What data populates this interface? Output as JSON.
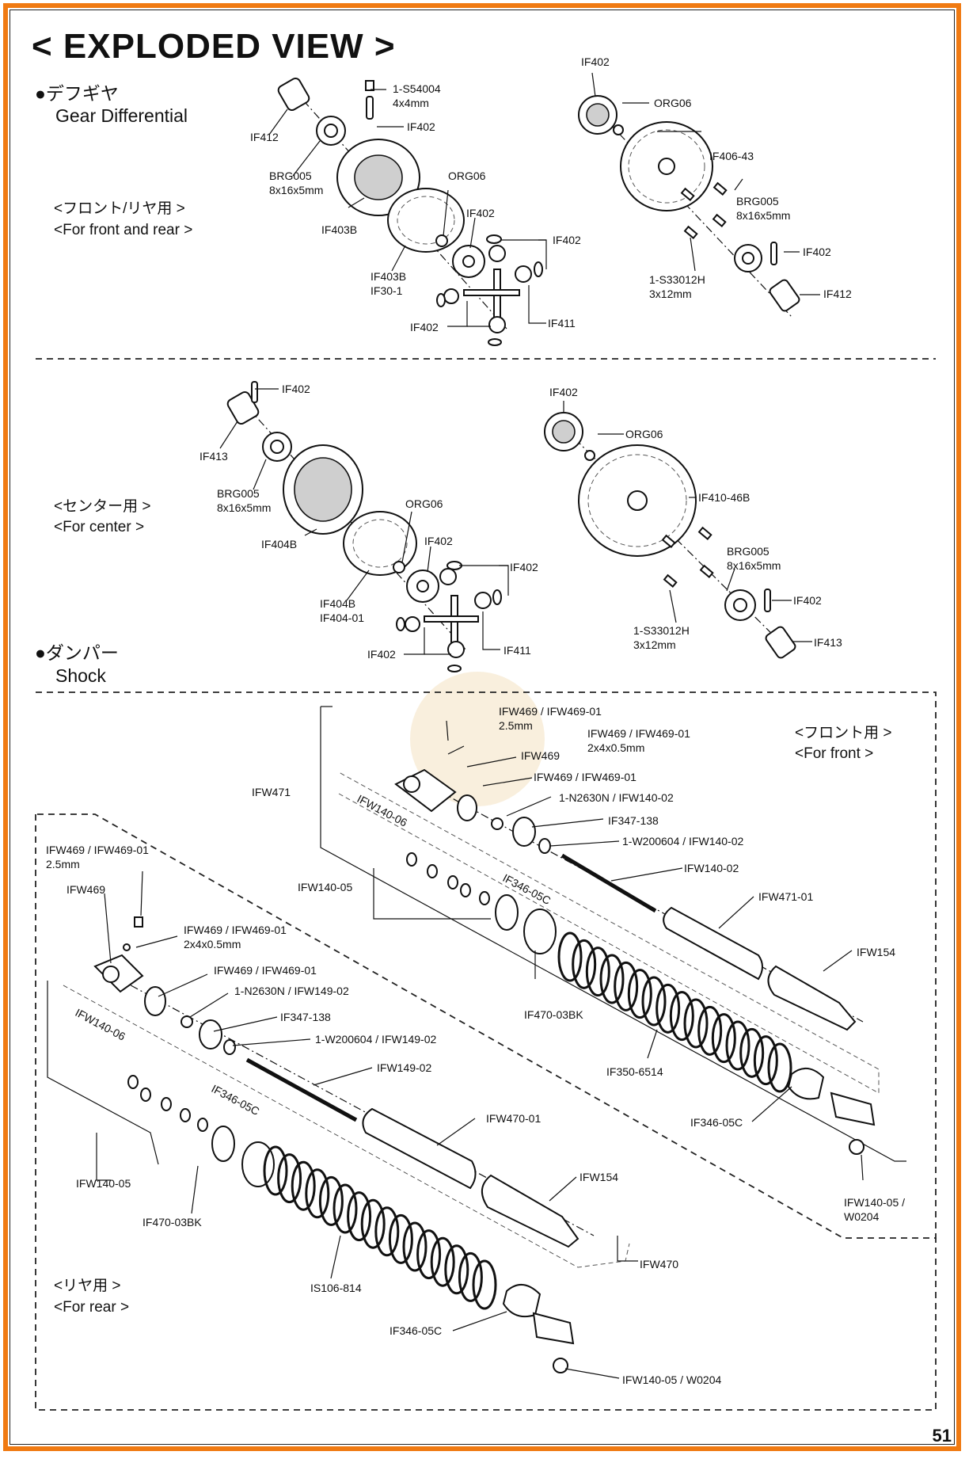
{
  "header": {
    "title": "< EXPLODED VIEW >"
  },
  "page_number": "51",
  "sections": {
    "gear_diff": {
      "title_ja": "●デフギヤ",
      "title_en": "Gear Differential",
      "sub_ja": "<フロント/リヤ用 >",
      "sub_en": "<For front and rear >"
    },
    "center": {
      "sub_ja": "<センター用 >",
      "sub_en": "<For center >"
    },
    "shock": {
      "title_ja": "●ダンパー",
      "title_en": "Shock",
      "front_ja": "<フロント用 >",
      "front_en": "<For front >",
      "rear_ja": "<リヤ用 >",
      "rear_en": "<For rear >"
    }
  },
  "labels": {
    "gd_if412": "IF412",
    "gd_s54004": "1-S54004",
    "gd_s54004_size": "4x4mm",
    "gd_if402_a": "IF402",
    "gd_brg005": "BRG005",
    "gd_brg005_size": "8x16x5mm",
    "gd_if403b": "IF403B",
    "gd_org06": "ORG06",
    "gd_if402_b": "IF402",
    "gd_if402_c": "IF402",
    "gd_if403b_2": "IF403B",
    "gd_if30_1": "IF30-1",
    "gd_if402_d": "IF402",
    "gd_if411": "IF411",
    "gr_if402_top": "IF402",
    "gr_org06": "ORG06",
    "gr_if406_43": "IF406-43",
    "gr_brg005": "BRG005",
    "gr_brg005_size": "8x16x5mm",
    "gr_if402": "IF402",
    "gr_s33012h": "1-S33012H",
    "gr_s33012h_size": "3x12mm",
    "gr_if412": "IF412",
    "cd_if402_a": "IF402",
    "cd_if413": "IF413",
    "cd_brg005": "BRG005",
    "cd_brg005_size": "8x16x5mm",
    "cd_if404b": "IF404B",
    "cd_org06": "ORG06",
    "cd_if402_b": "IF402",
    "cd_if402_c": "IF402",
    "cd_if404b_2": "IF404B",
    "cd_if404_01": "IF404-01",
    "cd_if402_d": "IF402",
    "cd_if411": "IF411",
    "cr_if402_top": "IF402",
    "cr_org06": "ORG06",
    "cr_if410_46b": "IF410-46B",
    "cr_brg005": "BRG005",
    "cr_brg005_size": "8x16x5mm",
    "cr_if402": "IF402",
    "cr_s33012h": "1-S33012H",
    "cr_s33012h_size": "3x12mm",
    "cr_if413": "IF413",
    "sf_ifw469_a": "IFW469 / IFW469-01",
    "sf_ifw469_a_size": "2.5mm",
    "sf_ifw469_b": "IFW469 / IFW469-01",
    "sf_ifw469_b_size": "2x4x0.5mm",
    "sf_ifw469": "IFW469",
    "sf_ifw469_c": "IFW469 / IFW469-01",
    "sf_ifw471": "IFW471",
    "sf_n2630n": "1-N2630N / IFW140-02",
    "sf_ifw140_06": "IFW140-06",
    "sf_if347": "IF347-138",
    "sf_w200604": "1-W200604 / IFW140-02",
    "sf_ifw140_02": "IFW140-02",
    "sf_ifw140_05": "IFW140-05",
    "sf_if346_05c": "IF346-05C",
    "sf_ifw471_01": "IFW471-01",
    "sf_ifw154": "IFW154",
    "sf_if470_03bk": "IF470-03BK",
    "sf_if350_6514": "IF350-6514",
    "sf_if346_05c_b": "IF346-05C",
    "sf_ifw140_05_w": "IFW140-05 /",
    "sf_w0204": "W0204",
    "sr_ifw469_a": "IFW469 / IFW469-01",
    "sr_ifw469_a_size": "2.5mm",
    "sr_ifw469": "IFW469",
    "sr_ifw469_b": "IFW469 / IFW469-01",
    "sr_ifw469_b_size": "2x4x0.5mm",
    "sr_ifw469_c": "IFW469 / IFW469-01",
    "sr_n2630n": "1-N2630N / IFW149-02",
    "sr_ifw140_06": "IFW140-06",
    "sr_if347": "IF347-138",
    "sr_w200604": "1-W200604 / IFW149-02",
    "sr_ifw149_02": "IFW149-02",
    "sr_if346_05c": "IF346-05C",
    "sr_ifw470_01": "IFW470-01",
    "sr_ifw140_05": "IFW140-05",
    "sr_ifw154": "IFW154",
    "sr_if470_03bk": "IF470-03BK",
    "sr_ifw470": "IFW470",
    "sr_is106_814": "IS106-814",
    "sr_if346_05c_b": "IF346-05C",
    "sr_ifw140_05_w0204": "IFW140-05 / W0204"
  }
}
